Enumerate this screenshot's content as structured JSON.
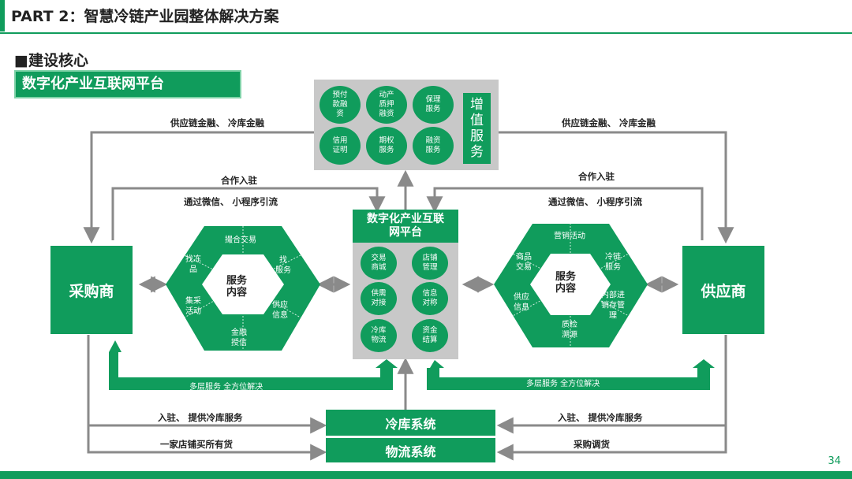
{
  "header": {
    "title": "PART 2：智慧冷链产业园整体解决方案"
  },
  "section": {
    "title": "■建设核心",
    "banner": "数字化产业互联网平台"
  },
  "value_added": {
    "circles": [
      "预付\n款融\n资",
      "动产\n质押\n融资",
      "保理\n服务",
      "信用\n证明",
      "期权\n服务",
      "融资\n服务"
    ],
    "title": "增\n值\n服\n务"
  },
  "platform": {
    "title": "数字化产业互联\n网平台",
    "circles": [
      "交易\n商城",
      "店铺\n管理",
      "供需\n对接",
      "信息\n对称",
      "冷库\n物流",
      "资金\n结算"
    ]
  },
  "buyer": {
    "label": "采购商"
  },
  "supplier": {
    "label": "供应商"
  },
  "buyer_hex": {
    "center": "服务\n内容",
    "segments": [
      "撮合交易",
      "找\n服务",
      "供应\n信息",
      "金融\n授信",
      "集采\n活动",
      "找冻\n品"
    ]
  },
  "supplier_hex": {
    "center": "服务\n内容",
    "segments": [
      "营销活动",
      "冷链\n服务",
      "内部进\n销存管\n理",
      "质检\n溯源",
      "供应\n信息",
      "商品\n交易"
    ]
  },
  "flows": {
    "finance_left": "供应链金融、  冷库金融",
    "finance_right": "供应链金融、  冷库金融",
    "coop_left": "合作入驻",
    "coop_right": "合作入驻",
    "wechat_left": "通过微信、  小程序引流",
    "wechat_right": "通过微信、  小程序引流",
    "multi_left": "多层服务   全方位解决",
    "multi_right": "多层服务   全方位解决",
    "entry_left": "入驻、  提供冷库服务",
    "entry_right": "入驻、  提供冷库服务",
    "shop_left": "一家店铺买所有货",
    "purchase_right": "采购调货"
  },
  "systems": {
    "cold_storage": "冷库系统",
    "logistics": "物流系统"
  },
  "page": {
    "number": "34"
  },
  "colors": {
    "accent": "#109c5c",
    "light_accent": "#7fd2a8",
    "panel_gray": "#c8c8c8",
    "arrow_gray": "#8a8a8a"
  }
}
